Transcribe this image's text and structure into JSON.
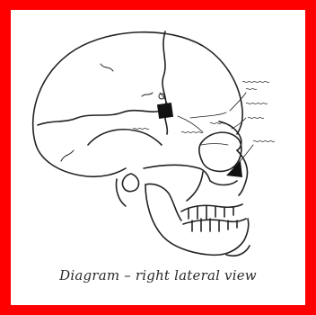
{
  "caption": "Diagram – right lateral view",
  "colors": {
    "border": "#ff0000",
    "ink": "#222222",
    "paper": "#ffffff"
  },
  "markers": [
    {
      "label": "square marker",
      "fill": "#111111"
    },
    {
      "label": "triangle marker",
      "fill": "#111111"
    }
  ]
}
